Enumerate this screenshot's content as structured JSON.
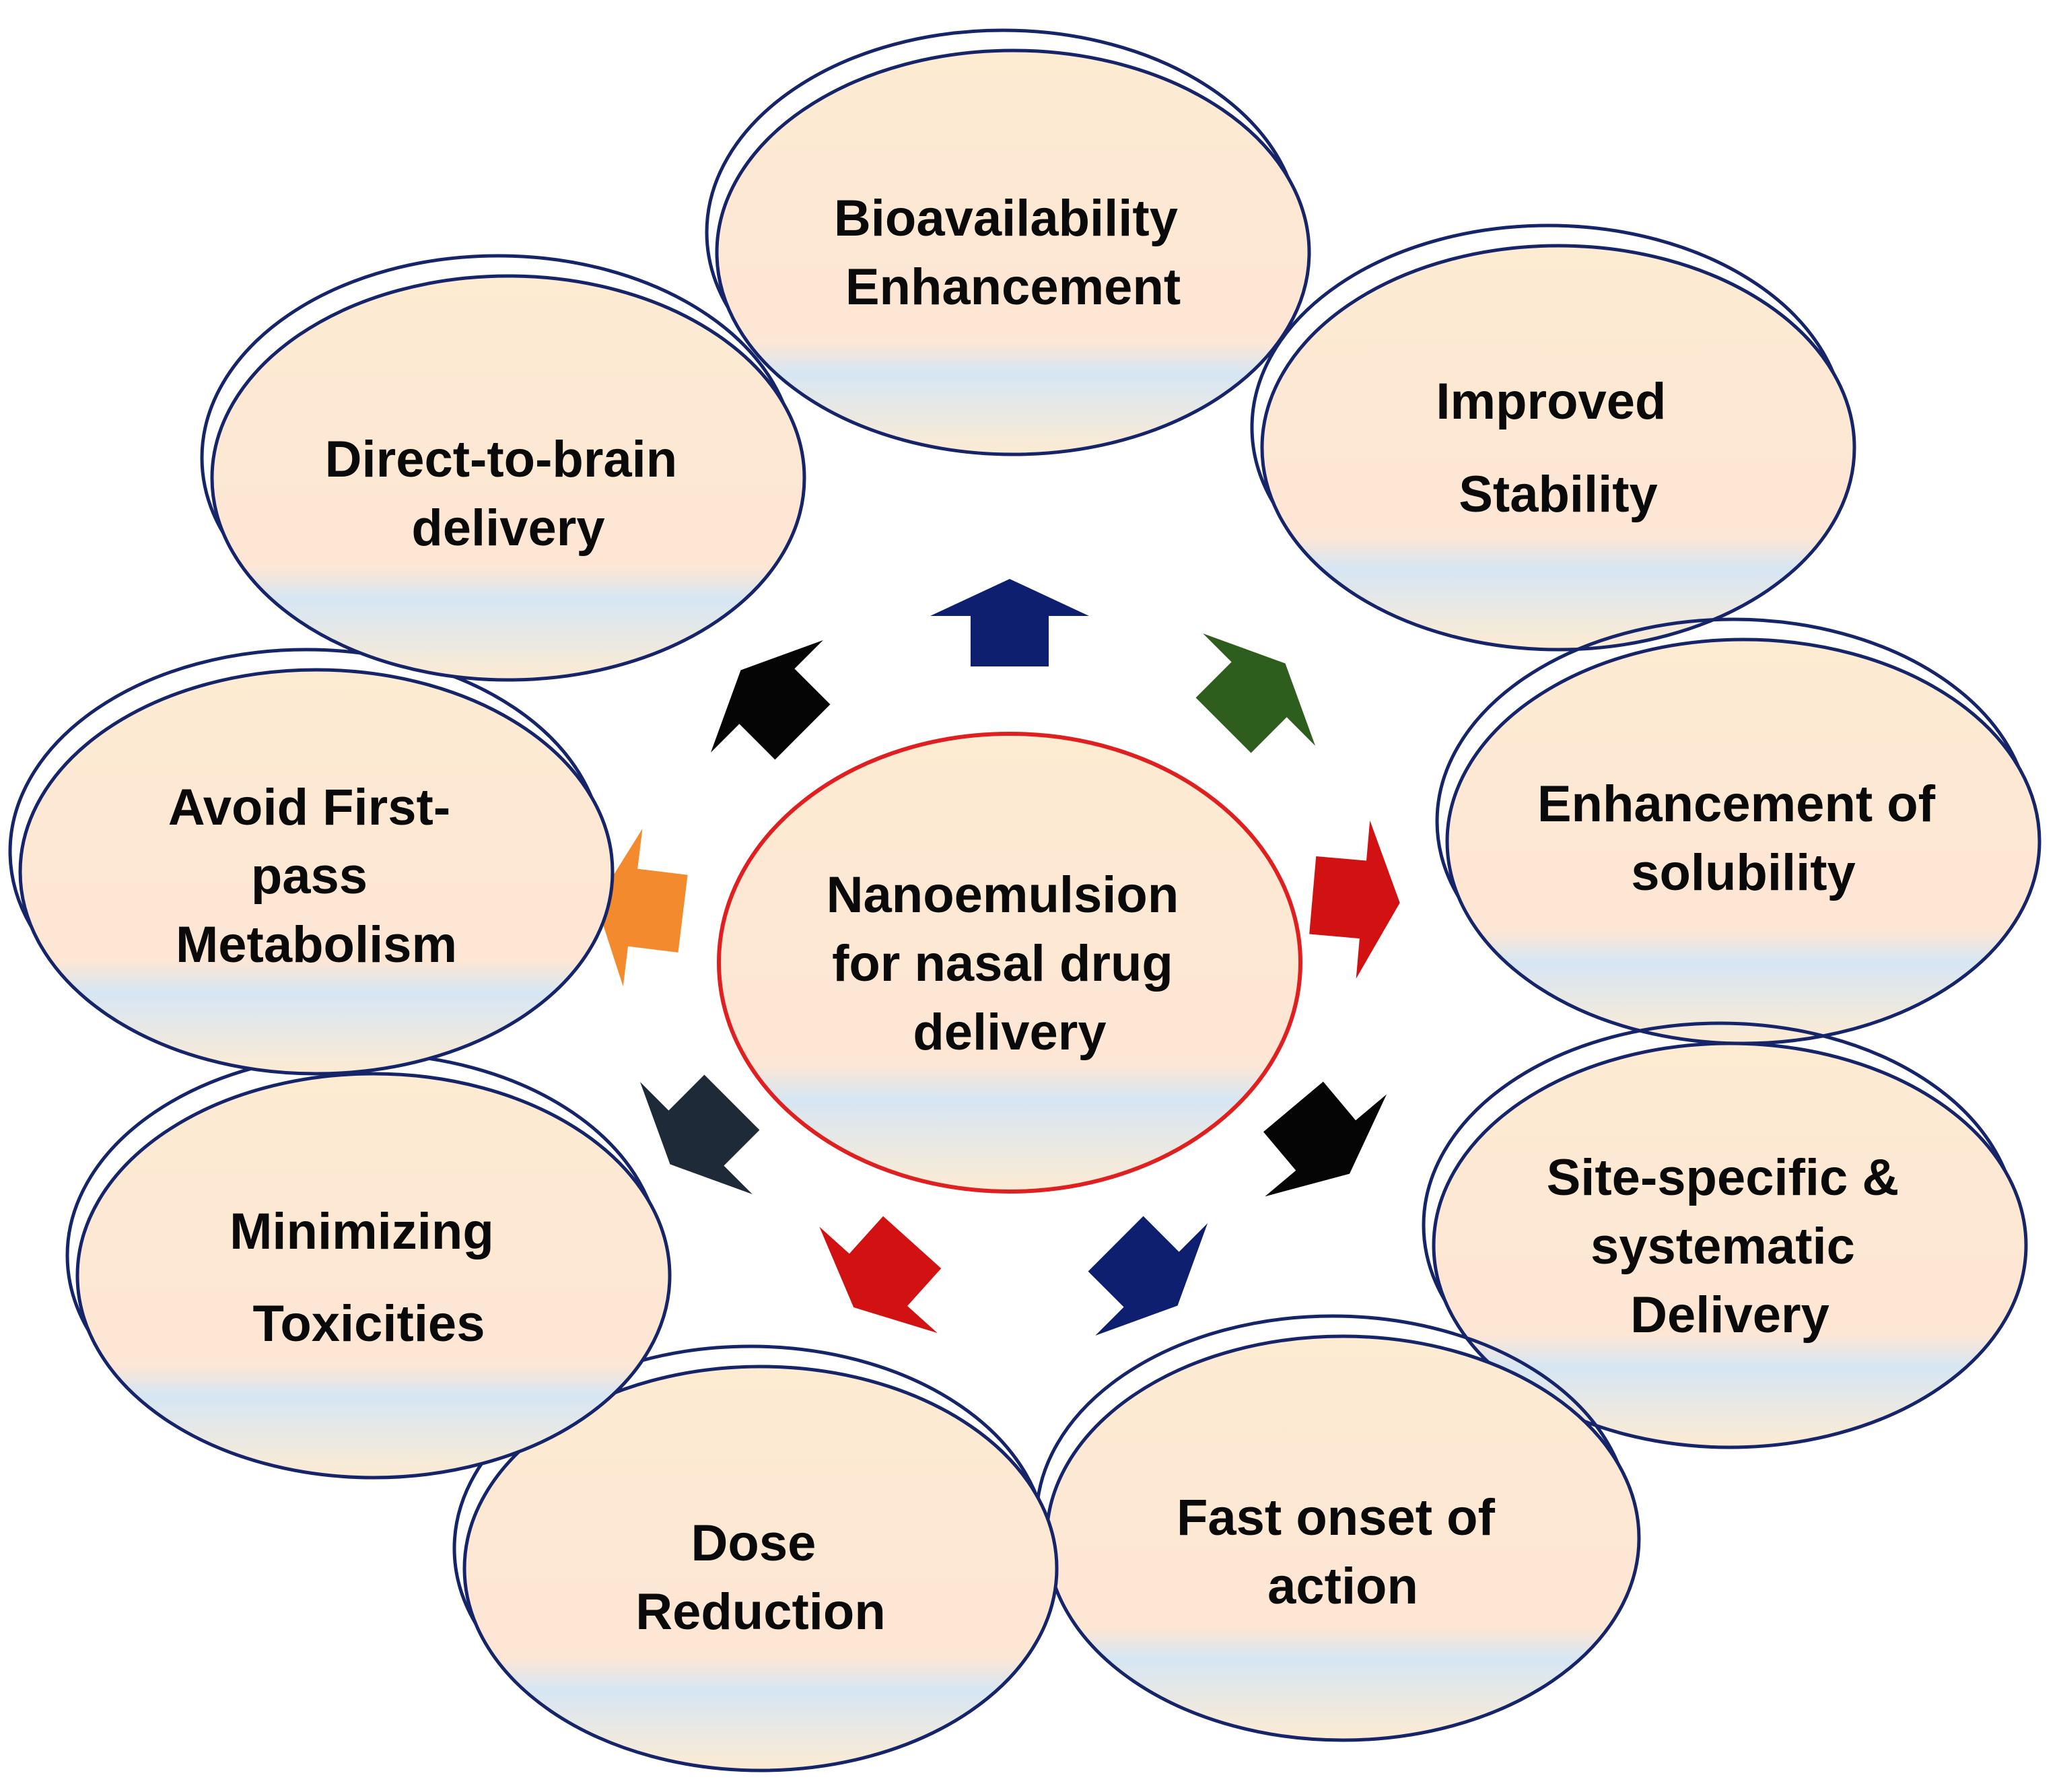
{
  "center": {
    "lines": [
      "Nanoemulsion",
      "for nasal drug",
      "delivery"
    ],
    "border_color": "#e02020"
  },
  "nodes": [
    {
      "id": "bioavailability",
      "lines": [
        "Bioavailability",
        "Enhancement"
      ]
    },
    {
      "id": "stability",
      "lines": [
        "Improved",
        "Stability"
      ]
    },
    {
      "id": "solubility",
      "lines": [
        "Enhancement of",
        "solubility"
      ]
    },
    {
      "id": "site-specific",
      "lines": [
        "Site-specific  &",
        "systematic",
        "Delivery"
      ]
    },
    {
      "id": "fast-onset",
      "lines": [
        "Fast onset of",
        "action"
      ]
    },
    {
      "id": "dose-reduction",
      "lines": [
        "Dose",
        "Reduction"
      ]
    },
    {
      "id": "toxicities",
      "lines": [
        "Minimizing",
        "Toxicities"
      ]
    },
    {
      "id": "first-pass",
      "lines": [
        "Avoid First-",
        "pass",
        "Metabolism"
      ]
    },
    {
      "id": "direct-to-brain",
      "lines": [
        "Direct-to-brain",
        "delivery"
      ]
    }
  ],
  "arrows": [
    {
      "color": "#0d1f6e",
      "direction": "up"
    },
    {
      "color": "#2d5e1e",
      "direction": "up-right"
    },
    {
      "color": "#d21212",
      "direction": "right"
    },
    {
      "color": "#050505",
      "direction": "down-right"
    },
    {
      "color": "#0d1f6e",
      "direction": "down-right"
    },
    {
      "color": "#d21212",
      "direction": "down-left"
    },
    {
      "color": "#1f2a38",
      "direction": "down-left"
    },
    {
      "color": "#f48a2e",
      "direction": "left"
    },
    {
      "color": "#050505",
      "direction": "up-left"
    }
  ],
  "colors": {
    "ellipse_fill_top": "#fdebd2",
    "ellipse_fill_bottom": "#cfe3f3",
    "ellipse_border": "#16256a"
  }
}
